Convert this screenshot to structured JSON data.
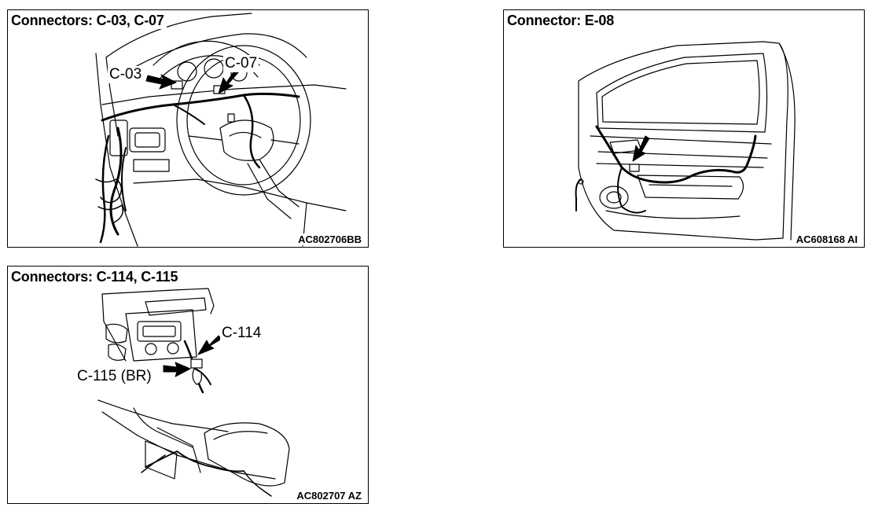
{
  "panels": [
    {
      "title": "Connectors: C-03, C-07",
      "code": "AC802706BB",
      "callouts": [
        "C-03",
        "C-07"
      ]
    },
    {
      "title": "Connector: E-08",
      "code": "AC608168 AI",
      "callouts": []
    },
    {
      "title": "Connectors: C-114, C-115",
      "code": "AC802707 AZ",
      "callouts": [
        "C-114",
        "C-115 (BR)"
      ]
    }
  ]
}
